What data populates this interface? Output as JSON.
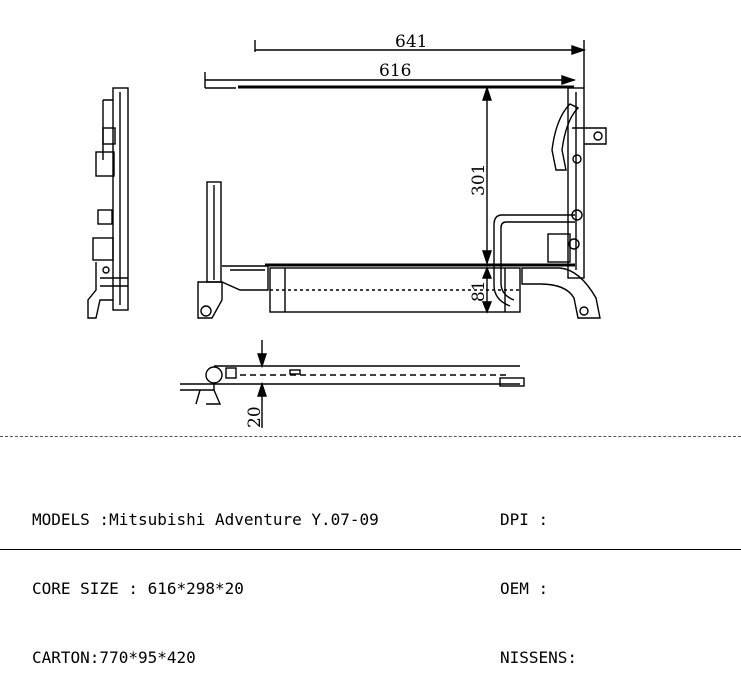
{
  "dimensions": {
    "overall_width": "641",
    "core_width": "616",
    "core_height": "301",
    "lower_section": "81",
    "thickness": "20"
  },
  "specs": {
    "models": "MODELS :Mitsubishi Adventure Y.07-09",
    "core_size": "CORE SIZE : 616*298*20",
    "carton": "CARTON:770*95*420"
  },
  "references": {
    "dpi": "DPI :",
    "oem": "OEM :",
    "nissens": "NISSENS:"
  },
  "colors": {
    "line": "#000000",
    "background": "#ffffff"
  }
}
